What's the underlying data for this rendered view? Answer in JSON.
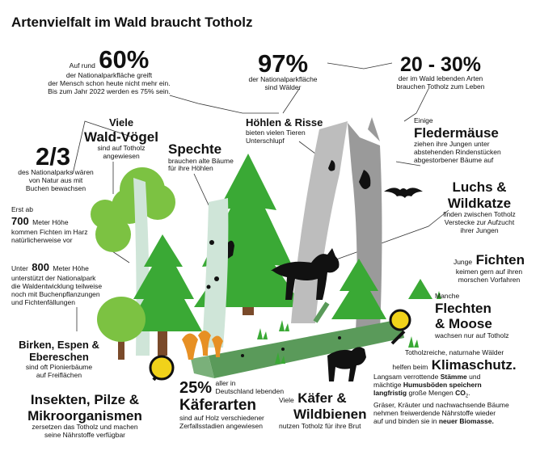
{
  "title": "Artenvielfalt im Wald braucht Totholz",
  "stats": {
    "s60": {
      "pre": "Auf rund",
      "value": "60%",
      "l1": "der Nationalparkfläche greift",
      "l2": "der Mensch schon heute nicht mehr ein.",
      "l3": "Bis zum Jahr 2022 werden es 75% sein."
    },
    "s97": {
      "value": "97%",
      "l1": "der Nationalparkfläche",
      "l2": "sind Wälder"
    },
    "s2030": {
      "value": "20 - 30%",
      "l1": "der im Wald lebenden Arten",
      "l2": "brauchen Totholz zum Leben"
    },
    "s23": {
      "value": "2/3",
      "l1": "des Nationalparks wären",
      "l2": "von Natur aus mit",
      "l3": "Buchen bewachsen"
    },
    "s25": {
      "value": "25%",
      "aside1": "aller in",
      "aside2": "Deutschland lebenden",
      "heading": "Käferarten",
      "l1": "sind auf Holz verschiedener",
      "l2": "Zerfallsstadien angewiesen"
    }
  },
  "labels": {
    "waldvoegel": {
      "pre": "Viele",
      "heading": "Wald-Vögel",
      "l1": "sind auf Totholz",
      "l2": "angewiesen"
    },
    "spechte": {
      "heading": "Spechte",
      "l1": "brauchen alte Bäume",
      "l2": "für ihre Höhlen"
    },
    "hoehlen": {
      "heading": "Höhlen & Risse",
      "l1": "bieten vielen Tieren",
      "l2": "Unterschlupf"
    },
    "fledermaeuse": {
      "pre": "Einige",
      "heading": "Fledermäuse",
      "l1": "ziehen ihre Jungen unter",
      "l2": "abstehenden Rindenstücken",
      "l3": "abgestorbener Bäume auf"
    },
    "luchs": {
      "h1": "Luchs &",
      "h2": "Wildkatze",
      "l1": "finden zwischen Totholz",
      "l2": "Verstecke zur Aufzucht",
      "l3": "ihrer Jungen"
    },
    "fichten700": {
      "l1": "Erst ab",
      "value": "700",
      "l2": "Meter Höhe",
      "l3": "kommen Fichten im Harz",
      "l4": "natürlicherweise vor"
    },
    "fichten800": {
      "pre": "Unter",
      "value": "800",
      "post": "Meter Höhe",
      "l1": "unterstützt der Nationalpark",
      "l2": "die Waldentwicklung teilweise",
      "l3": "noch mit Buchenpflanzungen",
      "l4": "und Fichtenfällungen"
    },
    "jungefichten": {
      "pre": "Junge",
      "heading": "Fichten",
      "l1": "keimen gern auf ihren",
      "l2": "morschen Vorfahren"
    },
    "flechten": {
      "pre": "Manche",
      "h1": "Flechten",
      "h2": "& Moose",
      "l1": "wachsen nur auf Totholz"
    },
    "birken": {
      "h1": "Birken, Espen &",
      "h2": "Ebereschen",
      "l1": "sind oft Pionierbäume",
      "l2": "auf Freiflächen"
    },
    "insekten": {
      "h1": "Insekten, Pilze &",
      "h2": "Mikroorganismen",
      "l1": "zersetzen das Totholz und machen",
      "l2": "seine Nährstoffe verfügbar"
    },
    "kaefer": {
      "pre": "Viele",
      "h1": "Käfer &",
      "h2": "Wildbienen",
      "l1": "nutzen Totholz für ihre Brut"
    },
    "klimaschutz": {
      "l1": "Totholzreiche, naturnahe Wälder",
      "l2pre": "helfen beim",
      "heading": "Klimaschutz",
      "heading_end": ".",
      "p1": "Langsam verrottende",
      "p1b": "Stämme",
      "p1c": "und",
      "p2": "mächtige",
      "p2b": "Humusböden speichern",
      "p3b": "langfristig",
      "p3": "große Mengen",
      "co2": "CO",
      "co2sub": "2",
      "co2end": ".",
      "p4": "Gräser, Kräuter und nachwachsende Bäume",
      "p5": "nehmen freiwerdende Nährstoffe wieder",
      "p6": "auf und binden sie in",
      "p6b": "neuer Biomasse."
    }
  },
  "colors": {
    "tree_green": "#3aa935",
    "light_green": "#7cc242",
    "dark_green": "#1f7a2b",
    "trunk_brown": "#7a4a2a",
    "deadwood_grey": "#8f8f8f",
    "mint": "#cfe5d8",
    "lens_yellow": "#f0d21a",
    "fungi_orange": "#e79024",
    "animal_black": "#111111"
  }
}
